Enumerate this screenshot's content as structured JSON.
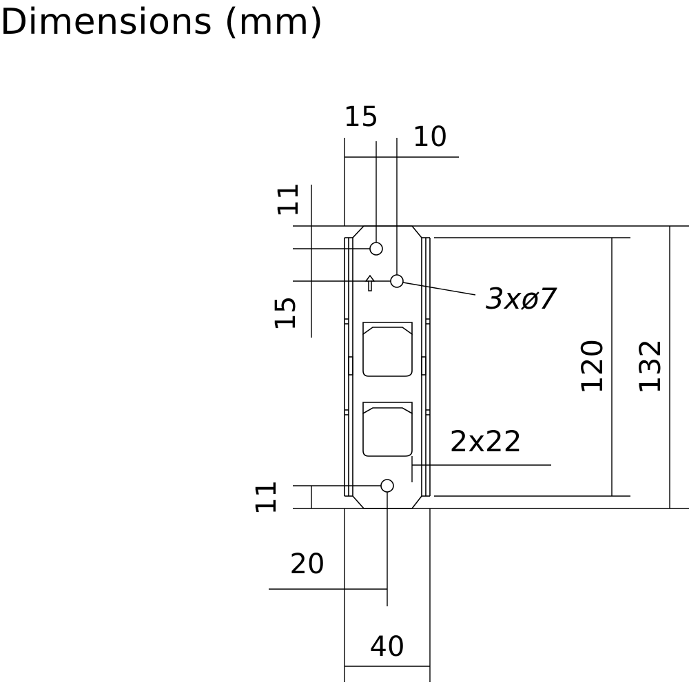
{
  "title": "Dimensions (mm)",
  "dimensions": {
    "top_hole_offset": "15",
    "second_hole_offset": "10",
    "top_margin": "11",
    "hole_spacing": "15",
    "holes_note": "3xø7",
    "inner_height": "120",
    "total_height": "132",
    "slots_note": "2x22",
    "bottom_margin": "11",
    "bottom_hole_offset": "20",
    "width": "40"
  },
  "icons": {
    "direction_arrow": "up-arrow-icon"
  },
  "colors": {
    "line": "#000000",
    "background": "#ffffff"
  }
}
